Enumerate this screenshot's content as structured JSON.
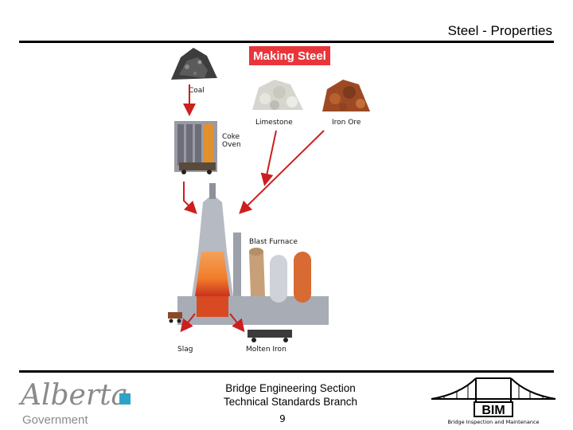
{
  "slide": {
    "title": "Steel - Properties"
  },
  "figure": {
    "title": "Making Steel",
    "labels": {
      "coal": "Coal",
      "limestone": "Limestone",
      "iron_ore": "Iron Ore",
      "coke_oven_1": "Coke",
      "coke_oven_2": "Oven",
      "blast_furnace": "Blast Furnace",
      "slag": "Slag",
      "molten_iron": "Molten Iron"
    }
  },
  "footer": {
    "line1": "Bridge Engineering Section",
    "line2": "Technical Standards Branch",
    "page_number": "9"
  },
  "alberta_logo": {
    "wordmark": "Alberta",
    "subtitle": "Government"
  },
  "bim_logo": {
    "text": "BIM",
    "caption": "Bridge Inspection and Maintenance"
  },
  "colors": {
    "accent_red": "#e8353a",
    "arrow_red": "#cc1f1f",
    "alberta_blue": "#2ea3c9",
    "text": "#000000"
  }
}
